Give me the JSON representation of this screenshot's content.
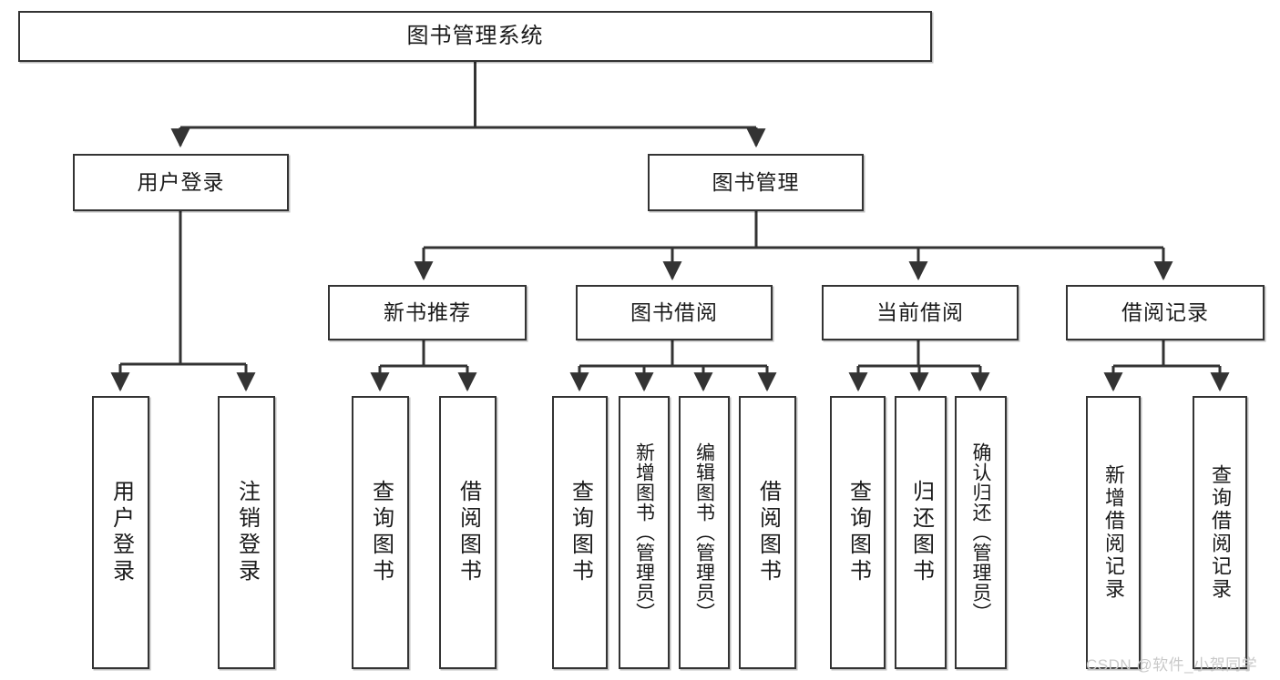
{
  "diagram": {
    "type": "tree-hierarchy-chart",
    "title": "图书管理系统",
    "stroke_color": "#333333",
    "background_color": "#ffffff",
    "text_color": "#1a1a1a",
    "watermark": "CSDN @软件_小贺同学",
    "levels": {
      "level1": [
        "图书管理系统"
      ],
      "level2": [
        "用户登录",
        "图书管理"
      ],
      "level3": [
        "新书推荐",
        "图书借阅",
        "当前借阅",
        "借阅记录"
      ],
      "level4": [
        "用户登录",
        "注销登录",
        "查询图书",
        "借阅图书",
        "查询图书",
        "新增图书（管理员）",
        "编辑图书（管理员）",
        "借阅图书",
        "查询图书",
        "归还图书",
        "确认归还（管理员）",
        "新增借阅记录",
        "查询借阅记录"
      ]
    },
    "nodes": {
      "root": {
        "label": "图书管理系统"
      },
      "user_login": {
        "label": "用户登录"
      },
      "book_manage": {
        "label": "图书管理"
      },
      "new_book_rec": {
        "label": "新书推荐"
      },
      "book_borrow": {
        "label": "图书借阅"
      },
      "current_borrow": {
        "label": "当前借阅"
      },
      "borrow_record": {
        "label": "借阅记录"
      },
      "leaf_user_login": {
        "label": "用户登录"
      },
      "leaf_logout": {
        "label": "注销登录"
      },
      "leaf_query_book_1": {
        "label": "查询图书"
      },
      "leaf_borrow_book_1": {
        "label": "借阅图书"
      },
      "leaf_query_book_2": {
        "label": "查询图书"
      },
      "leaf_add_book": {
        "label": "新增图书（管理员）"
      },
      "leaf_edit_book": {
        "label": "编辑图书（管理员）"
      },
      "leaf_borrow_book_2": {
        "label": "借阅图书"
      },
      "leaf_query_book_3": {
        "label": "查询图书"
      },
      "leaf_return_book": {
        "label": "归还图书"
      },
      "leaf_confirm_return": {
        "label": "确认归还（管理员）"
      },
      "leaf_add_record": {
        "label": "新增借阅记录"
      },
      "leaf_query_record": {
        "label": "查询借阅记录"
      }
    },
    "edges": [
      {
        "from": "图书管理系统",
        "to": "用户登录"
      },
      {
        "from": "图书管理系统",
        "to": "图书管理"
      },
      {
        "from": "用户登录",
        "to": "用户登录"
      },
      {
        "from": "用户登录",
        "to": "注销登录"
      },
      {
        "from": "图书管理",
        "to": "新书推荐"
      },
      {
        "from": "图书管理",
        "to": "图书借阅"
      },
      {
        "from": "图书管理",
        "to": "当前借阅"
      },
      {
        "from": "图书管理",
        "to": "借阅记录"
      },
      {
        "from": "新书推荐",
        "to": "查询图书"
      },
      {
        "from": "新书推荐",
        "to": "借阅图书"
      },
      {
        "from": "图书借阅",
        "to": "查询图书"
      },
      {
        "from": "图书借阅",
        "to": "新增图书（管理员）"
      },
      {
        "from": "图书借阅",
        "to": "编辑图书（管理员）"
      },
      {
        "from": "图书借阅",
        "to": "借阅图书"
      },
      {
        "from": "当前借阅",
        "to": "查询图书"
      },
      {
        "from": "当前借阅",
        "to": "归还图书"
      },
      {
        "from": "当前借阅",
        "to": "确认归还（管理员）"
      },
      {
        "from": "借阅记录",
        "to": "新增借阅记录"
      },
      {
        "from": "借阅记录",
        "to": "查询借阅记录"
      }
    ]
  }
}
